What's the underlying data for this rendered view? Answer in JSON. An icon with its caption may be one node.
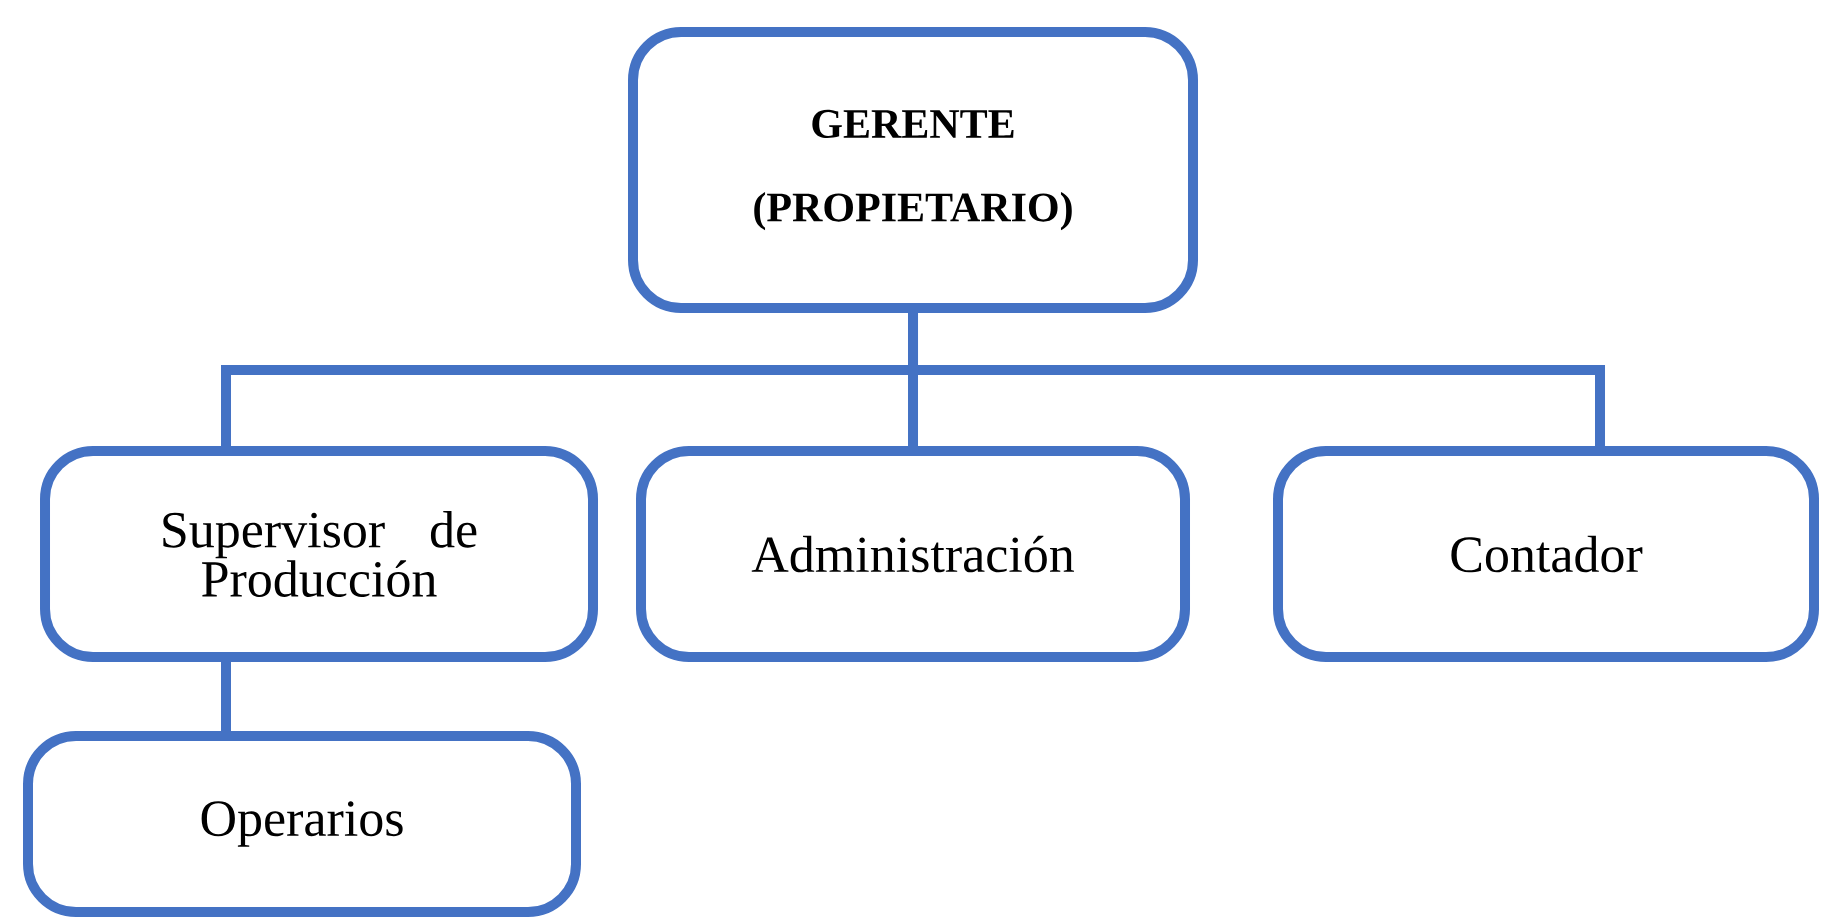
{
  "diagram": {
    "nodes": [
      {
        "text": [
          "GERENTE",
          "(PROPIETARIO)"
        ]
      },
      {
        "text": [
          "Supervisor de Producción"
        ]
      },
      {
        "text": [
          "Administración"
        ]
      },
      {
        "text": [
          "Contador"
        ]
      },
      {
        "text": [
          "Operarios"
        ]
      }
    ],
    "edges": [
      {
        "from": 0,
        "to": 1,
        "arrow": "none"
      },
      {
        "from": 0,
        "to": 2,
        "arrow": "none"
      },
      {
        "from": 0,
        "to": 3,
        "arrow": "none"
      },
      {
        "from": 1,
        "to": 4,
        "arrow": "none"
      }
    ]
  }
}
